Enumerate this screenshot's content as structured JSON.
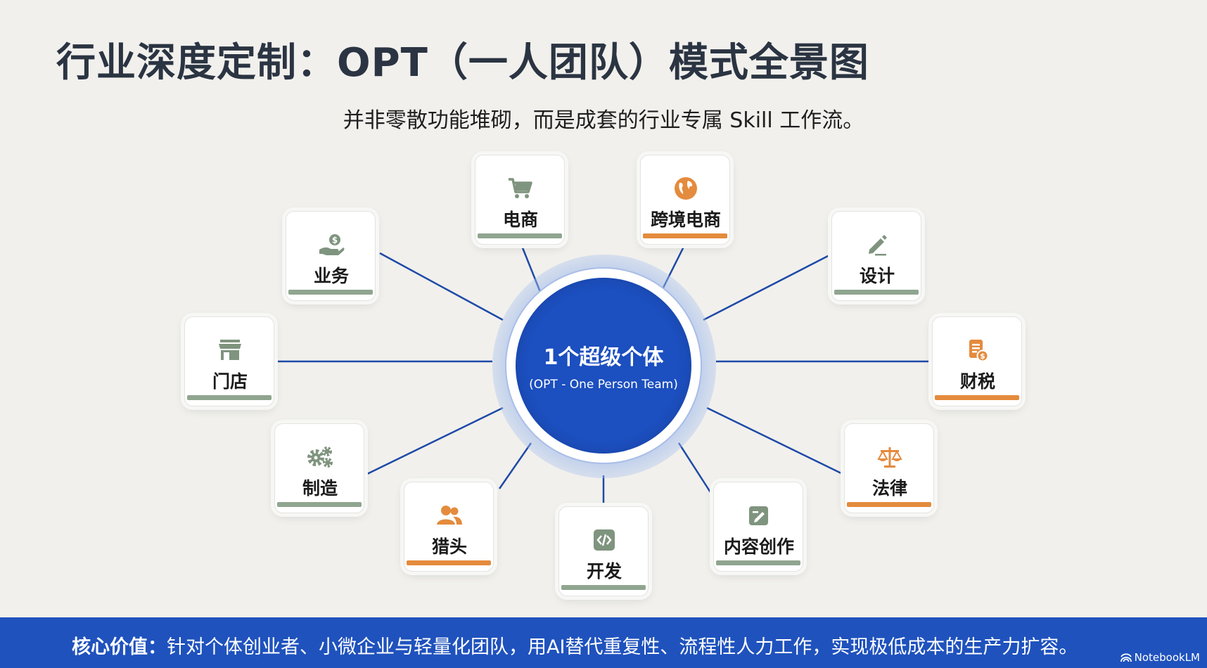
{
  "header": {
    "title": "行业深度定制：OPT（一人团队）模式全景图",
    "subtitle": "并非零散功能堆砌，而是成套的行业专属 Skill 工作流。"
  },
  "hub": {
    "title": "1个超级个体",
    "subtitle": "(OPT - One Person Team)"
  },
  "nodes": [
    {
      "label": "电商",
      "icon": "shopping-cart-icon",
      "accent": "green"
    },
    {
      "label": "跨境电商",
      "icon": "globe-icon",
      "accent": "orange"
    },
    {
      "label": "设计",
      "icon": "pencil-icon",
      "accent": "green"
    },
    {
      "label": "财税",
      "icon": "invoice-dollar-icon",
      "accent": "orange"
    },
    {
      "label": "法律",
      "icon": "scales-icon",
      "accent": "orange"
    },
    {
      "label": "内容创作",
      "icon": "edit-note-icon",
      "accent": "green"
    },
    {
      "label": "开发",
      "icon": "code-icon",
      "accent": "green"
    },
    {
      "label": "猎头",
      "icon": "people-icon",
      "accent": "orange"
    },
    {
      "label": "制造",
      "icon": "gears-icon",
      "accent": "green"
    },
    {
      "label": "门店",
      "icon": "storefront-icon",
      "accent": "green"
    },
    {
      "label": "业务",
      "icon": "hand-coin-icon",
      "accent": "green"
    }
  ],
  "footer": {
    "label": "核心价值：",
    "text": "针对个体创业者、小微企业与轻量化团队，用AI替代重复性、流程性人力工作，实现极低成本的生产力扩容。",
    "brand": "NotebookLM"
  },
  "colors": {
    "hub": "#1c4fbf",
    "line": "#1e4aa8",
    "green_accent": "#90a58f",
    "orange_accent": "#e48b3d",
    "footer_bg": "#1f52bd"
  }
}
